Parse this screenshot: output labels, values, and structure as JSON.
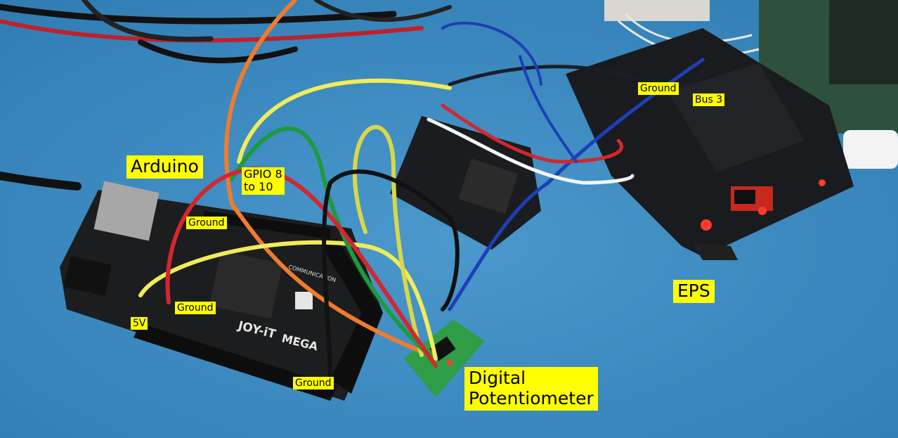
{
  "labels": {
    "arduino": "Arduino",
    "gpio": "GPIO 8\nto 10",
    "ground_top": "Ground",
    "ground_left": "Ground",
    "five_v": "5V",
    "ground_bottom": "Ground",
    "ground_eps": "Ground",
    "bus3": "Bus 3",
    "eps": "EPS",
    "digital_pot": "Digital\nPotentiometer"
  },
  "board_text": {
    "brand": "JOY-iT",
    "model": "MEGA",
    "communication": "COMMUNICATION"
  },
  "colors": {
    "table_blue": "#3f8fc4",
    "board_black": "#1b1d1f",
    "label_yellow": "#ffff00",
    "pcb_green": "#2f9d45"
  }
}
